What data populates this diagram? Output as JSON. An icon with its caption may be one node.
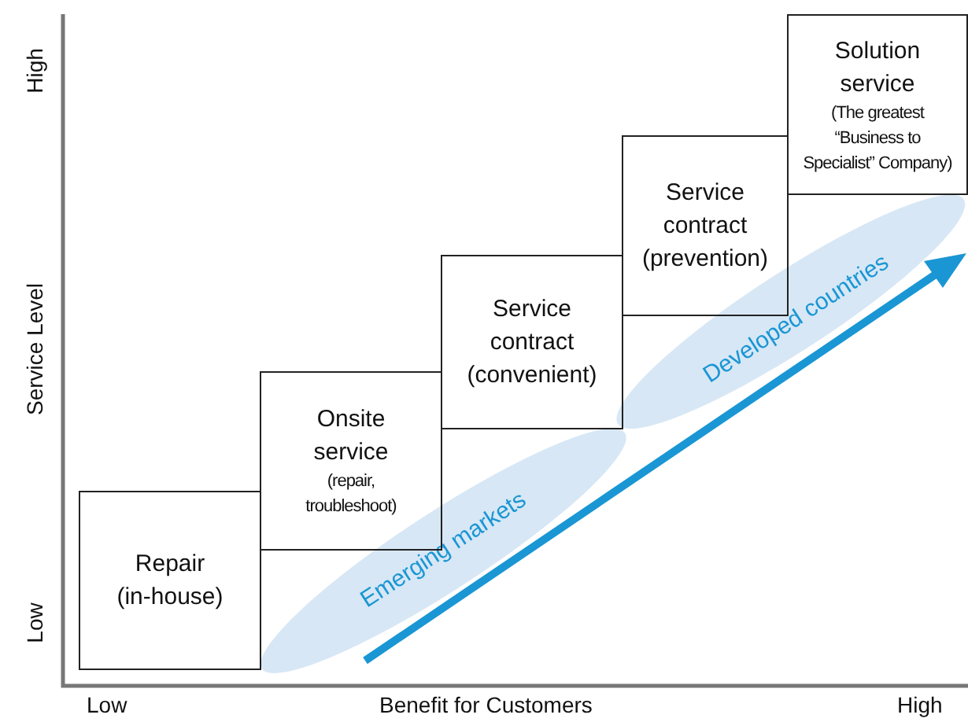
{
  "diagram": {
    "nodes": [
      {
        "text": [
          "Repair (in-house)"
        ]
      },
      {
        "text": [
          "Onsite service",
          "(repair, troubleshoot)"
        ]
      },
      {
        "text": [
          "Service contract (convenient)"
        ]
      },
      {
        "text": [
          "Service contract (prevention)"
        ]
      },
      {
        "text": [
          "Solution service",
          "(The greatest “Business to Specialist” Company)"
        ]
      },
      {
        "text": [
          "Emerging markets"
        ]
      },
      {
        "text": [
          "Developed countries"
        ]
      }
    ],
    "labels": [
      "High",
      "Service Level",
      "Low",
      "Low",
      "Benefit for Customers",
      "High"
    ]
  }
}
